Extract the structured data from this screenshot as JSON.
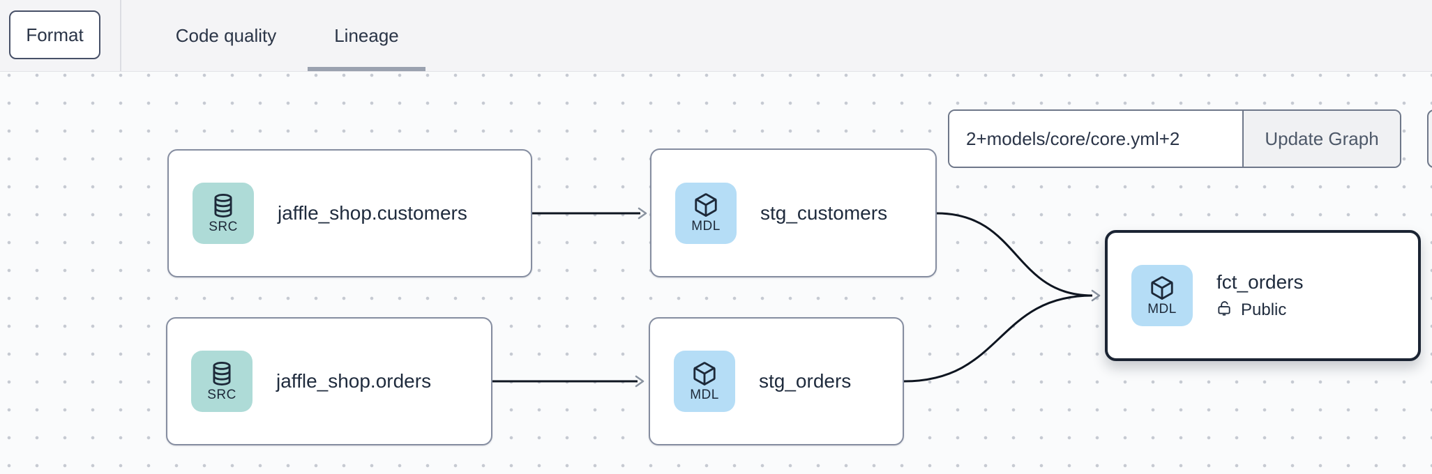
{
  "header": {
    "format_button": "Format",
    "tabs": [
      {
        "label": "Code quality",
        "active": false
      },
      {
        "label": "Lineage",
        "active": true
      }
    ]
  },
  "lineage_controls": {
    "selector_input_value": "2+models/core/core.yml+2",
    "update_graph_button": "Update Graph"
  },
  "graph": {
    "nodes": [
      {
        "id": "source.jaffle_shop.customers",
        "badge": "SRC",
        "label": "jaffle_shop.customers",
        "icon": "database-icon",
        "selected": false
      },
      {
        "id": "model.stg_customers",
        "badge": "MDL",
        "label": "stg_customers",
        "icon": "cube-icon",
        "selected": false
      },
      {
        "id": "source.jaffle_shop.orders",
        "badge": "SRC",
        "label": "jaffle_shop.orders",
        "icon": "database-icon",
        "selected": false
      },
      {
        "id": "model.stg_orders",
        "badge": "MDL",
        "label": "stg_orders",
        "icon": "cube-icon",
        "selected": false
      },
      {
        "id": "model.fct_orders",
        "badge": "MDL",
        "label": "fct_orders",
        "access": "Public",
        "icon": "cube-icon",
        "lock_icon": "lock-open-icon",
        "selected": true
      }
    ],
    "edges": [
      {
        "from": "jaffle_shop.customers",
        "to": "stg_customers"
      },
      {
        "from": "jaffle_shop.orders",
        "to": "stg_orders"
      },
      {
        "from": "stg_customers",
        "to": "fct_orders"
      },
      {
        "from": "stg_orders",
        "to": "fct_orders"
      }
    ]
  },
  "colors": {
    "source_badge_bg": "#aedbd7",
    "model_badge_bg": "#b5ddf6",
    "node_border": "#858da0",
    "selected_node_border": "#1b2433",
    "edge_stroke": "#0e1520",
    "arrowhead": "#8a93a0",
    "tab_underline": "#9aa1af",
    "header_bg": "#f4f4f6",
    "canvas_bg": "#fafbfc"
  }
}
